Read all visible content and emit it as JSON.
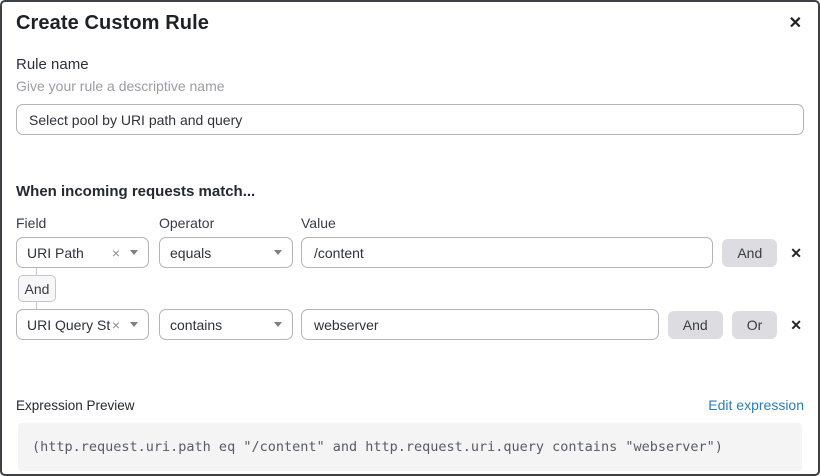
{
  "dialog": {
    "title": "Create Custom Rule",
    "close_icon": "✕"
  },
  "rule_name": {
    "label": "Rule name",
    "hint": "Give your rule a descriptive name",
    "value": "Select pool by URI path and query"
  },
  "matcher": {
    "heading": "When incoming requests match...",
    "columns": {
      "field": "Field",
      "operator": "Operator",
      "value": "Value"
    },
    "connector_label": "And",
    "clear_icon": "×",
    "delete_icon": "✕",
    "rows": [
      {
        "field": "URI Path",
        "operator": "equals",
        "value": "/content",
        "buttons": [
          "And"
        ]
      },
      {
        "field": "URI Query St...",
        "operator": "contains",
        "value": "webserver",
        "buttons": [
          "And",
          "Or"
        ]
      }
    ]
  },
  "expression": {
    "label": "Expression Preview",
    "edit_link": "Edit expression",
    "code": "(http.request.uri.path eq \"/content\" and http.request.uri.query contains \"webserver\")"
  },
  "colors": {
    "link_blue": "#2c7cb8",
    "button_gray": "#dddde1",
    "input_border": "#b4b4b9",
    "code_bg": "#f4f4f5",
    "modal_border": "#3f4044"
  }
}
